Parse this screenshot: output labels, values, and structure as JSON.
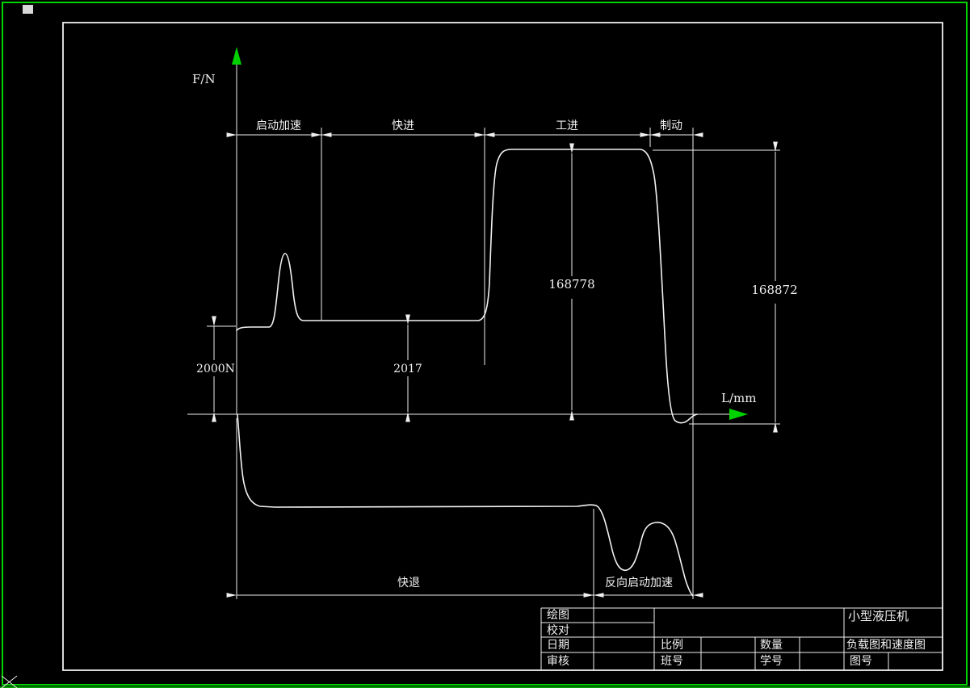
{
  "drawing": {
    "y_axis_label": "F/N",
    "x_axis_label": "L/mm",
    "top_phases": [
      {
        "label": "启动加速"
      },
      {
        "label": "快进"
      },
      {
        "label": "工进"
      },
      {
        "label": "制动"
      }
    ],
    "bottom_phases": [
      {
        "label": "快退"
      },
      {
        "label": "反向启动加速"
      }
    ],
    "dimensions": {
      "start_load": "2000N",
      "fast_forward_load": "2017",
      "work_feed_load": "168778",
      "max_load": "168872"
    }
  },
  "title_block": {
    "left_rows": [
      {
        "label": "绘图"
      },
      {
        "label": "校对"
      },
      {
        "label": "日期"
      },
      {
        "label": "审核"
      }
    ],
    "scale_label": "比例",
    "quantity_label": "数量",
    "class_label": "班号",
    "student_label": "学号",
    "project_name": "小型液压机",
    "sheet_name": "负载图和速度图",
    "drawing_no_label": "图号"
  },
  "colors": {
    "background": "#000000",
    "line": "#f0f0f0",
    "accent_green": "#00d200"
  },
  "chart_data": {
    "type": "line",
    "title": "负载图和速度图 (load diagram of 小型液压机)",
    "xlabel": "L/mm",
    "ylabel": "F/N",
    "forward_stroke": {
      "phases": [
        "启动加速",
        "快进",
        "工进",
        "制动"
      ],
      "loads_N": [
        2000,
        2017,
        168778,
        0
      ],
      "max_load_N": 168872
    },
    "return_stroke": {
      "phases": [
        "快退",
        "反向启动加速"
      ]
    },
    "annotations": [
      "2000N",
      "2017",
      "168778",
      "168872"
    ],
    "legend": "none",
    "grid": false
  }
}
